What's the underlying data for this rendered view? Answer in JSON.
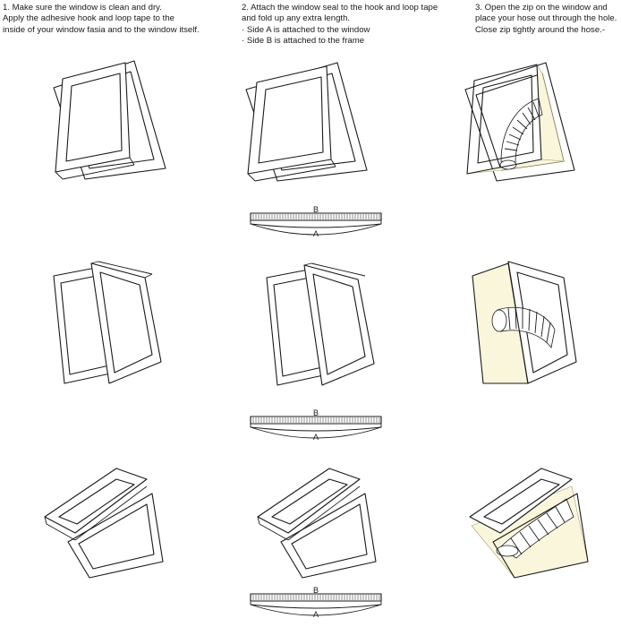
{
  "steps": [
    {
      "lines": [
        "1.  Make sure the window is clean and dry.",
        "Apply the adhesive hook and loop tape to the",
        "inside of your window fasia and to the window itself."
      ]
    },
    {
      "lines": [
        "2. Attach the window seal to the hook and loop tape",
        "and fold up any extra length.",
        "· Side A is attached to the window",
        "· Side B is attached to the frame"
      ]
    },
    {
      "lines": [
        "3. Open the zip on the window and",
        "place your hose out through the hole.",
        "Close zip tightly around the hose.-"
      ]
    }
  ],
  "strip_labels": {
    "side_b": "B",
    "side_a": "A"
  },
  "colors": {
    "line": "#1a1a1a",
    "seal_fill": "#faf6dc"
  }
}
